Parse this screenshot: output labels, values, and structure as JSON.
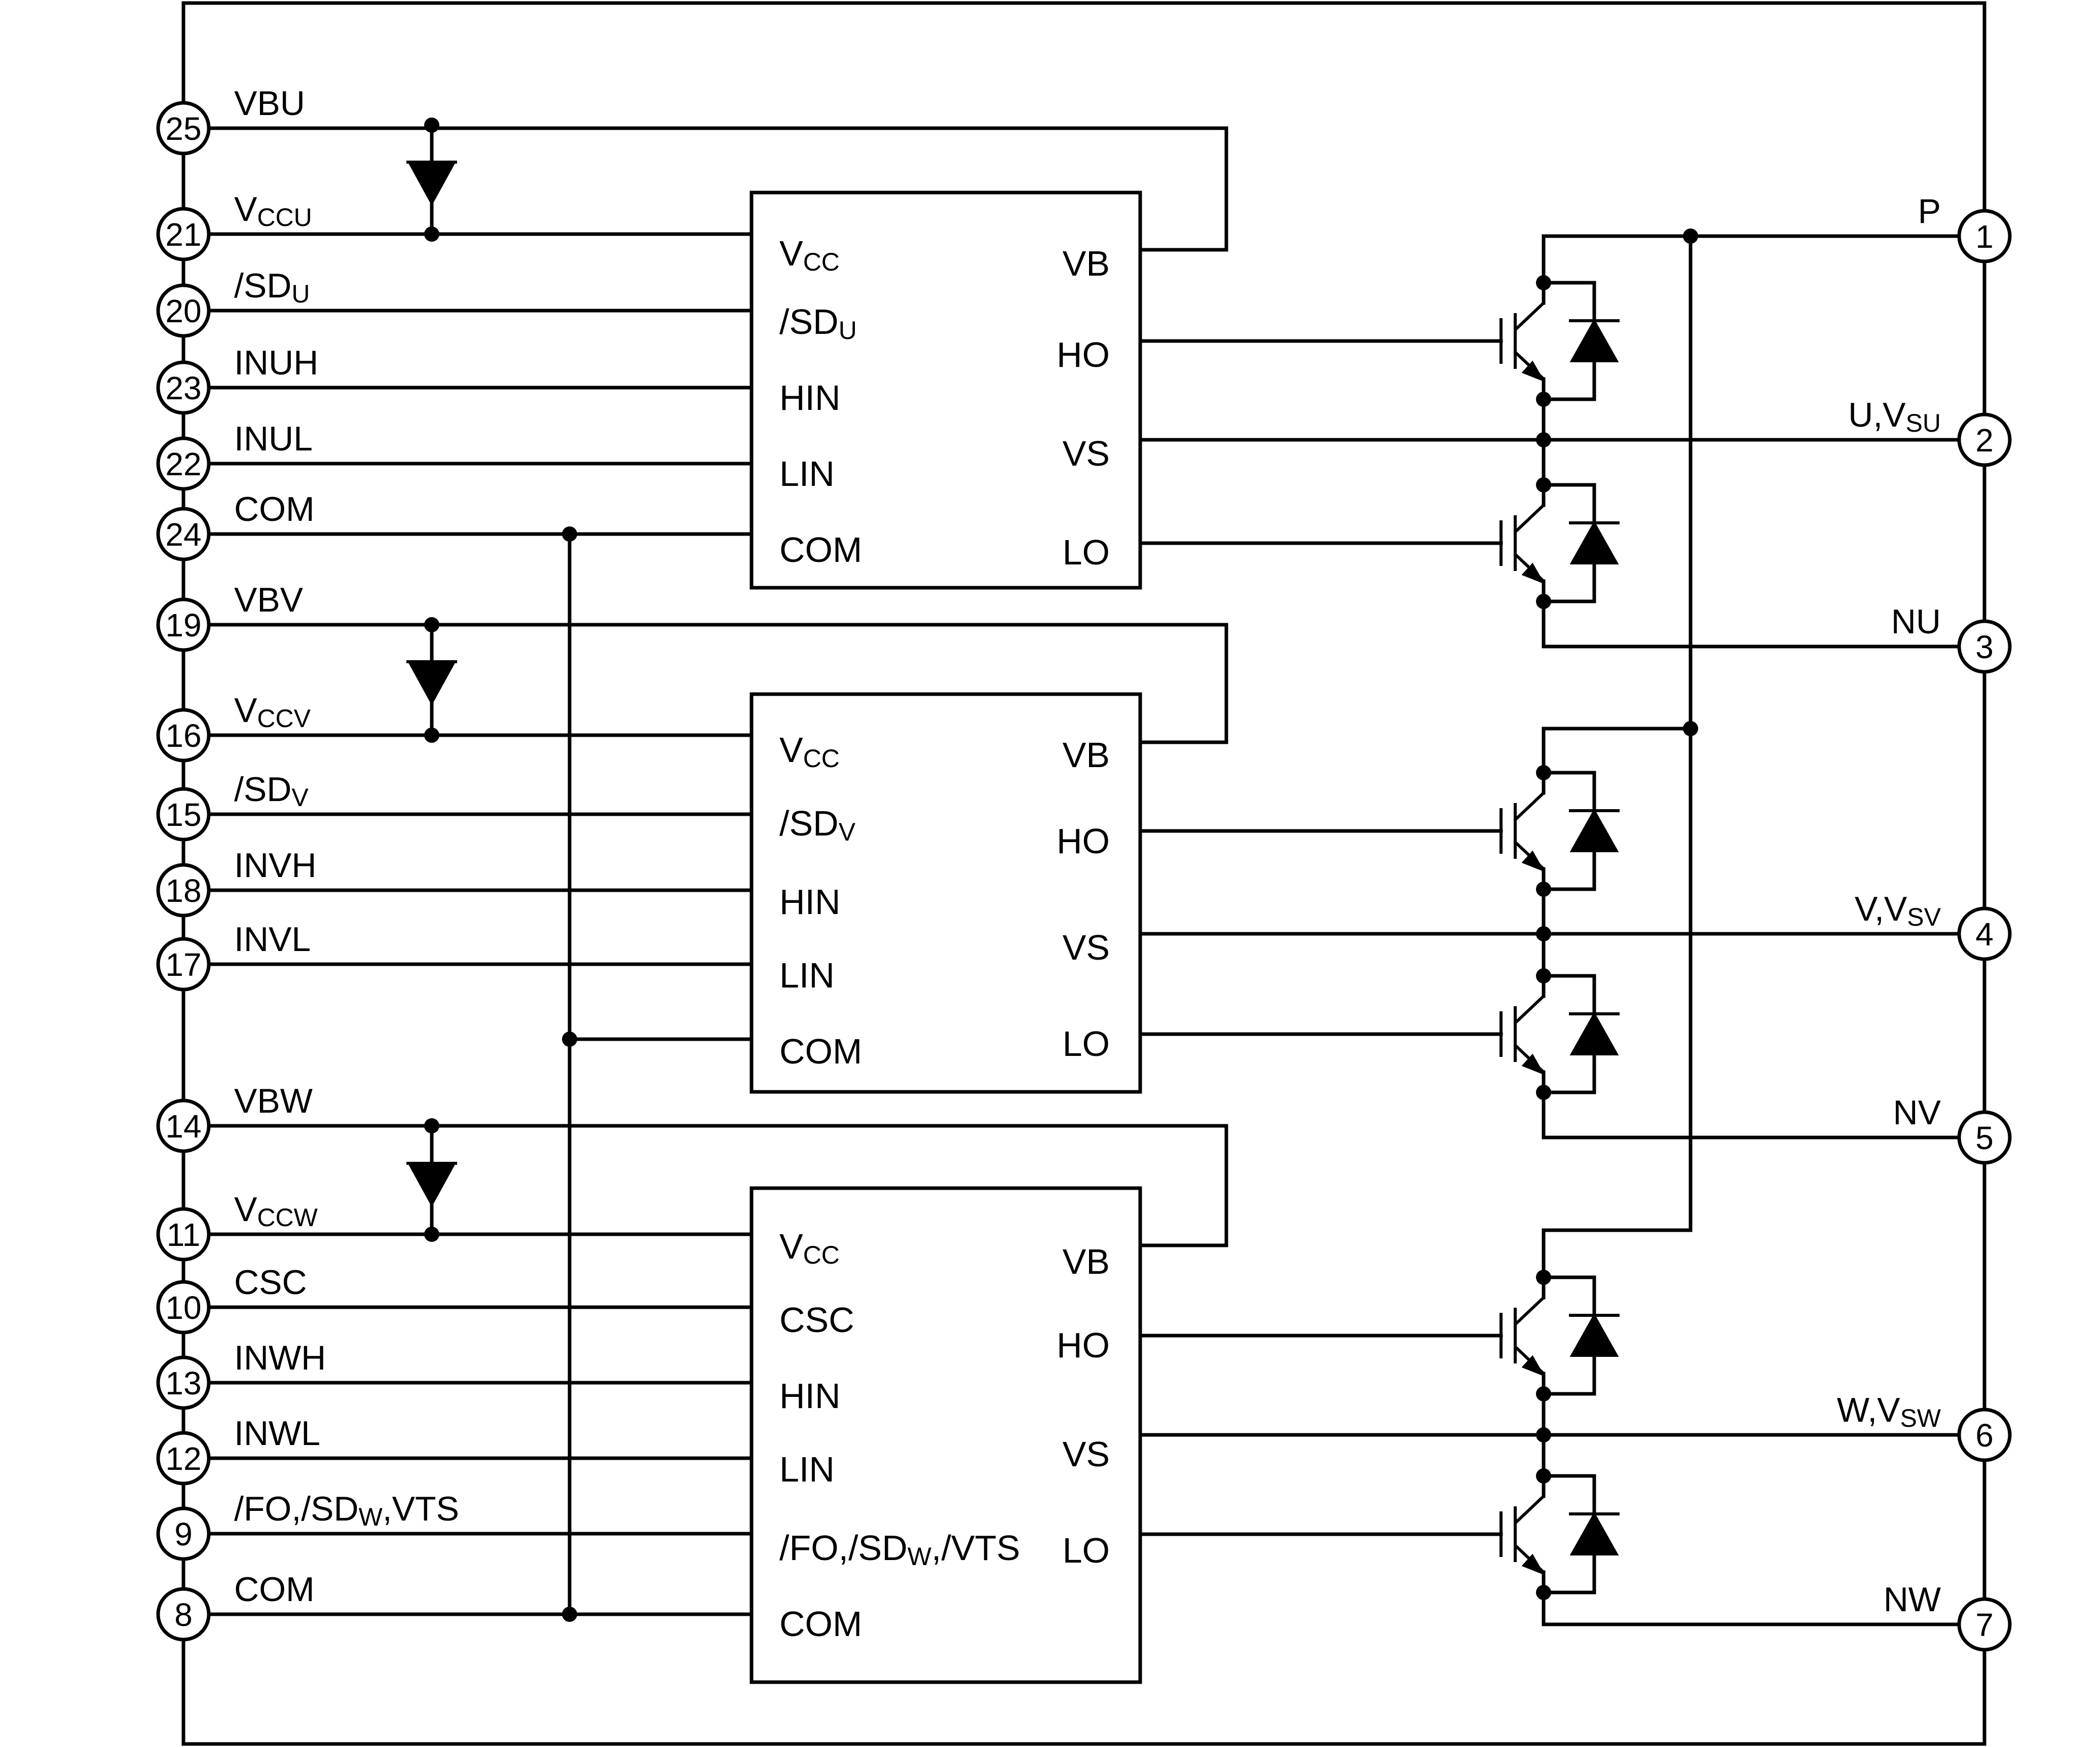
{
  "left_pins": [
    {
      "number": "25",
      "label": "VBU"
    },
    {
      "number": "21",
      "label": "V",
      "label_sub": "CCU"
    },
    {
      "number": "20",
      "label": "/SD",
      "label_sub": "U"
    },
    {
      "number": "23",
      "label": "INUH"
    },
    {
      "number": "22",
      "label": "INUL"
    },
    {
      "number": "24",
      "label": "COM"
    },
    {
      "number": "19",
      "label": "VBV"
    },
    {
      "number": "16",
      "label": "V",
      "label_sub": "CCV"
    },
    {
      "number": "15",
      "label": "/SD",
      "label_sub": "V"
    },
    {
      "number": "18",
      "label": "INVH"
    },
    {
      "number": "17",
      "label": "INVL"
    },
    {
      "number": "14",
      "label": "VBW"
    },
    {
      "number": "11",
      "label": "V",
      "label_sub": "CCW"
    },
    {
      "number": "10",
      "label": "CSC"
    },
    {
      "number": "13",
      "label": "INWH"
    },
    {
      "number": "12",
      "label": "INWL"
    },
    {
      "number": "9",
      "label": "/FO,/SD",
      "label_sub": "W",
      "label_tail": ",VTS"
    },
    {
      "number": "8",
      "label": "COM"
    }
  ],
  "right_pins": [
    {
      "number": "1",
      "label": "P"
    },
    {
      "number": "2",
      "label": "U,V",
      "label_sub": "SU"
    },
    {
      "number": "3",
      "label": "NU"
    },
    {
      "number": "4",
      "label": "V,V",
      "label_sub": "SV"
    },
    {
      "number": "5",
      "label": "NV"
    },
    {
      "number": "6",
      "label": "W,V",
      "label_sub": "SW"
    },
    {
      "number": "7",
      "label": "NW"
    }
  ],
  "driver_blocks": [
    {
      "left_ports": [
        {
          "label": "V",
          "sub": "CC"
        },
        {
          "label": "/SD",
          "sub": "U"
        },
        {
          "label": "HIN"
        },
        {
          "label": "LIN"
        },
        {
          "label": "COM"
        }
      ],
      "right_ports": [
        "VB",
        "HO",
        "VS",
        "LO"
      ]
    },
    {
      "left_ports": [
        {
          "label": "V",
          "sub": "CC"
        },
        {
          "label": "/SD",
          "sub": "V"
        },
        {
          "label": "HIN"
        },
        {
          "label": "LIN"
        },
        {
          "label": "COM"
        }
      ],
      "right_ports": [
        "VB",
        "HO",
        "VS",
        "LO"
      ]
    },
    {
      "left_ports": [
        {
          "label": "V",
          "sub": "CC"
        },
        {
          "label": "CSC"
        },
        {
          "label": "HIN"
        },
        {
          "label": "LIN"
        },
        {
          "label": "/FO,/SD",
          "sub": "W",
          "tail": ",/VTS"
        },
        {
          "label": "COM"
        }
      ],
      "right_ports": [
        "VB",
        "HO",
        "VS",
        "LO"
      ]
    }
  ]
}
